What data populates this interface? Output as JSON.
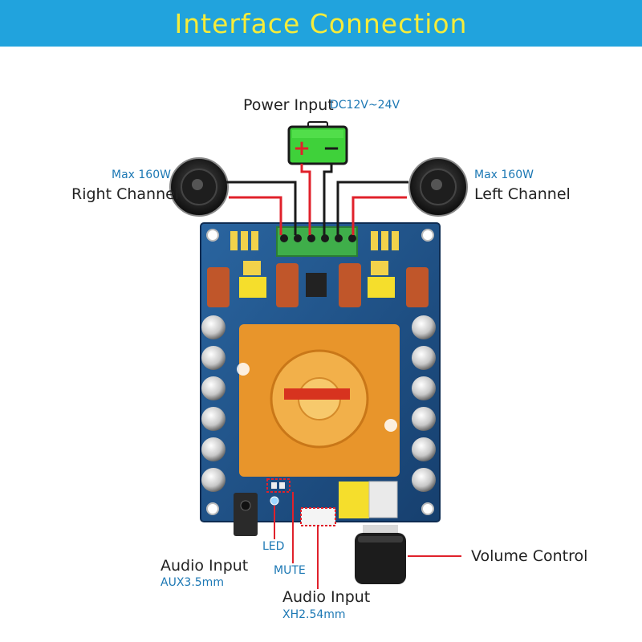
{
  "header": {
    "title": "Interface  Connection"
  },
  "power": {
    "label": "Power Input",
    "spec": "DC12V~24V",
    "plus": "+",
    "minus": "−"
  },
  "right_channel": {
    "power": "Max 160W",
    "label": "Right Channel"
  },
  "left_channel": {
    "power": "Max 160W",
    "label": "Left Channel"
  },
  "aux_input": {
    "label": "Audio Input",
    "spec": "AUX3.5mm"
  },
  "led": {
    "label": "LED"
  },
  "mute": {
    "label": "MUTE"
  },
  "xh_input": {
    "label": "Audio Input",
    "spec": "XH2.54mm"
  },
  "volume": {
    "label": "Volume Control"
  },
  "colors": {
    "banner": "#21a3dd",
    "banner_text": "#f6ec3a",
    "board": "#1f4f86",
    "heatsink": "#e8952b",
    "terminal": "#3fae4a",
    "wire_red": "#e0212b",
    "wire_black": "#1a1a1a",
    "accent_text": "#1c78b4"
  }
}
